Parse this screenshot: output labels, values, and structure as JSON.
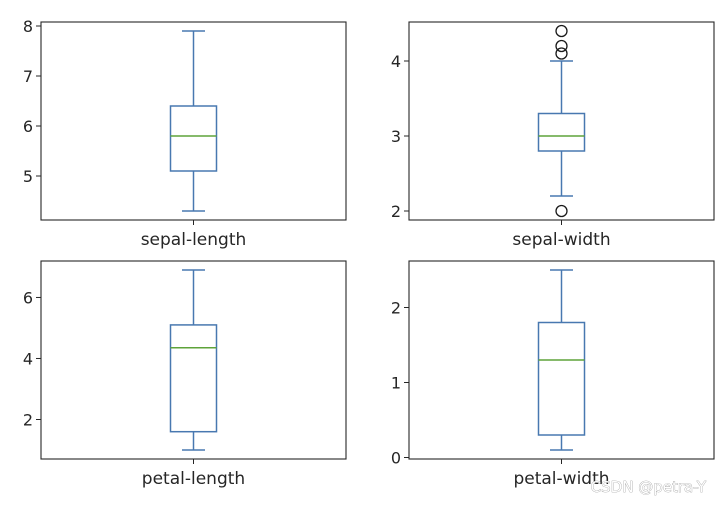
{
  "chart_data": [
    {
      "type": "box",
      "category": "sepal-length",
      "ylim": [
        4.12,
        8.08
      ],
      "yticks": [
        5,
        6,
        7,
        8
      ],
      "stats": {
        "whisker_low": 4.3,
        "q1": 5.1,
        "median": 5.8,
        "q3": 6.4,
        "whisker_high": 7.9
      },
      "outliers": [],
      "grid": false
    },
    {
      "type": "box",
      "category": "sepal-width",
      "ylim": [
        1.88,
        4.52
      ],
      "yticks": [
        2,
        3,
        4
      ],
      "stats": {
        "whisker_low": 2.2,
        "q1": 2.8,
        "median": 3.0,
        "q3": 3.3,
        "whisker_high": 4.0
      },
      "outliers": [
        4.4,
        4.1,
        4.2,
        2.0
      ],
      "grid": false
    },
    {
      "type": "box",
      "category": "petal-length",
      "ylim": [
        0.705,
        7.195
      ],
      "yticks": [
        2,
        4,
        6
      ],
      "stats": {
        "whisker_low": 1.0,
        "q1": 1.6,
        "median": 4.35,
        "q3": 5.1,
        "whisker_high": 6.9
      },
      "outliers": [],
      "grid": false
    },
    {
      "type": "box",
      "category": "petal-width",
      "ylim": [
        -0.02,
        2.62
      ],
      "yticks": [
        0,
        1,
        2
      ],
      "stats": {
        "whisker_low": 0.1,
        "q1": 0.3,
        "median": 1.3,
        "q3": 1.8,
        "whisker_high": 2.5
      },
      "outliers": [],
      "grid": false
    }
  ],
  "colors": {
    "box": "#4878b0",
    "median": "#5ea33a",
    "axes": "#262626",
    "flier": "#1a1a1a"
  },
  "watermark": "CSDN @petra-Y"
}
